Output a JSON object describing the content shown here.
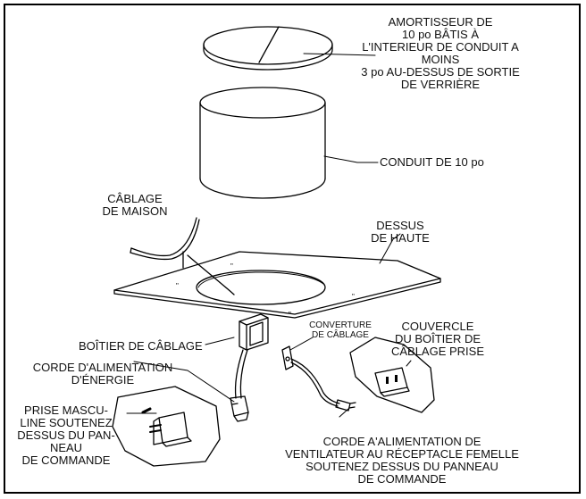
{
  "labels": {
    "damper": [
      "AMORTISSEUR DE",
      "10 po BÂTIS À",
      "L'INTERIEUR DE CONDUIT A",
      "MOINS",
      "3 po AU-DESSUS DE SORTIE",
      "DE VERRIÈRE"
    ],
    "duct": [
      "CONDUIT DE 10 po"
    ],
    "house_wiring": [
      "CÂBLAGE",
      "DE  MAISON"
    ],
    "top_plate": [
      "DESSUS",
      "DE  HAUTE"
    ],
    "wiring_box": [
      "BOÎTIER DE CÂBLAGE"
    ],
    "power_cord": [
      "CORDE  D'ALIMENTATION",
      "D'ÉNERGIE"
    ],
    "wiring_cover": [
      "CONVERTURE",
      "DE  CÂBLAGE"
    ],
    "box_cover": [
      "COUVERCLE",
      "DU BOÎTIER DE",
      "CÂBLAGE PRISE"
    ],
    "male_plug": [
      "PRISE MASCU-",
      "LINE SOUTENEZ",
      "DESSUS DU PAN-",
      "NEAU",
      "DE COMMANDE"
    ],
    "fan_cord": [
      "CORDE  A'ALIMENTATION DE",
      "VENTILATEUR  AU  RÉCEPTACLE  FEMELLE",
      "SOUTENEZ  DESSUS  DU PANNEAU",
      "DE COMMANDE"
    ]
  }
}
